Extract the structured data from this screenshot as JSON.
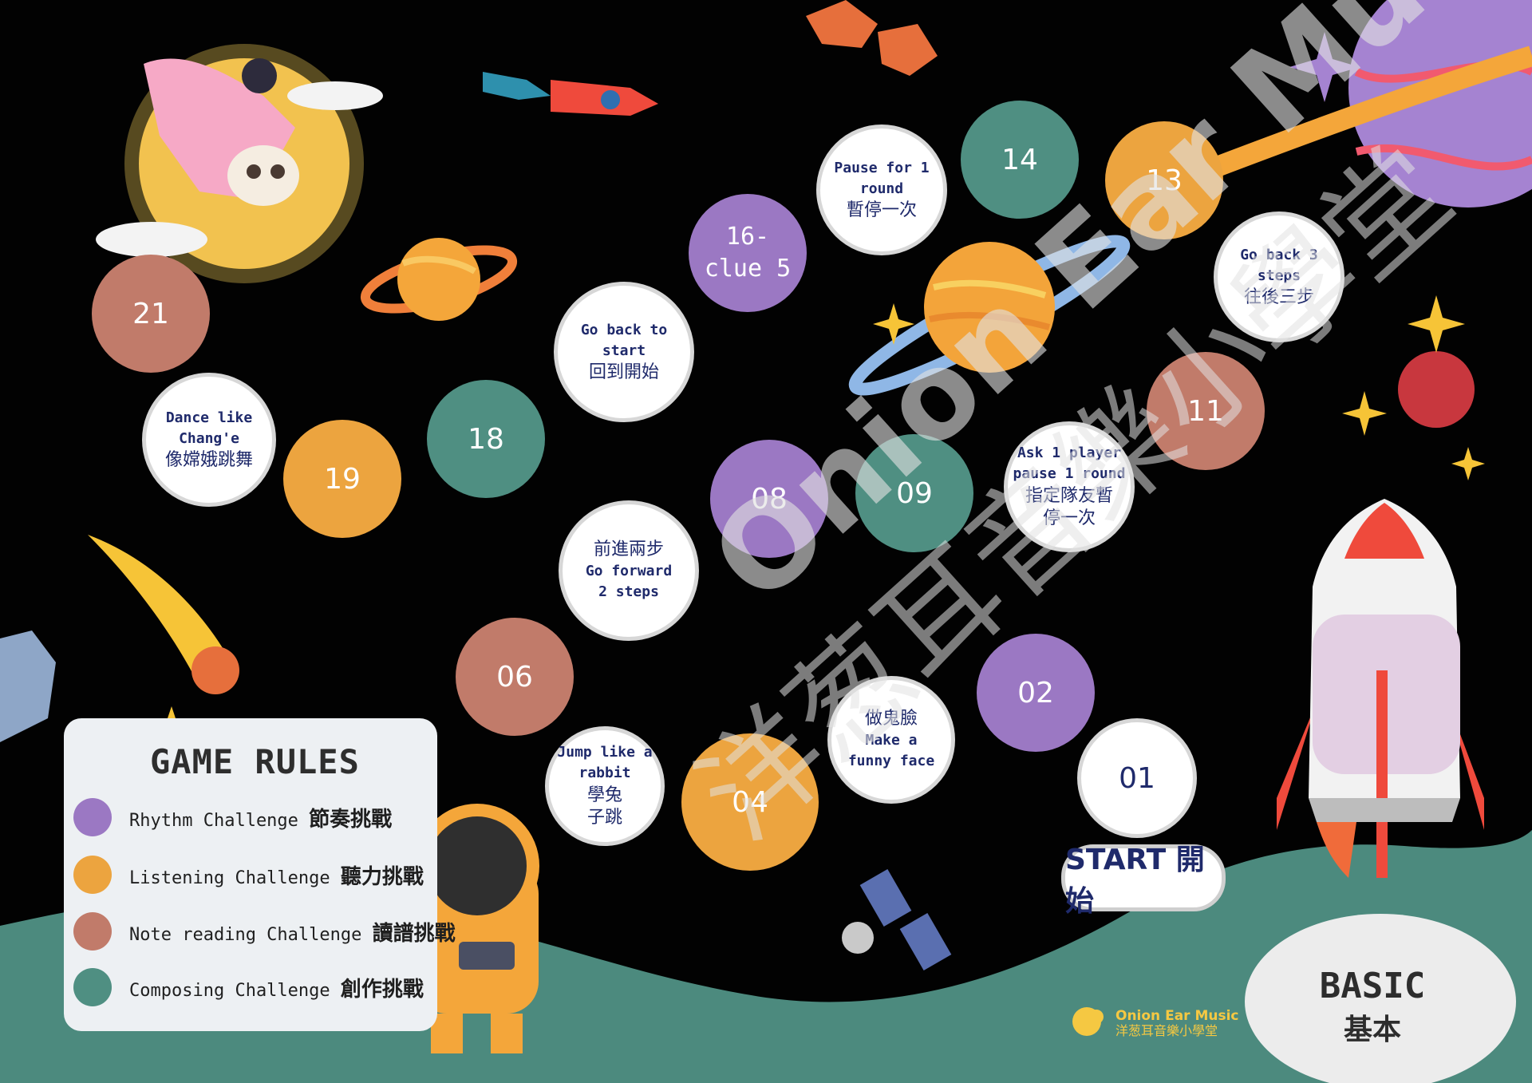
{
  "board": {
    "colors": {
      "rhythm": "#9b78c3",
      "listening": "#eca43f",
      "note_reading": "#c17b6a",
      "composing": "#4f8f82",
      "white": "#ffffff",
      "ground": "#4c8a7e"
    },
    "tiles": [
      {
        "id": "01",
        "type": "white",
        "label": "01"
      },
      {
        "id": "02",
        "type": "rhythm",
        "label": "02"
      },
      {
        "id": "03",
        "type": "white",
        "en": "Make a funny face",
        "en_lines": [
          "Make a",
          "funny face"
        ],
        "zh": "做鬼臉"
      },
      {
        "id": "04",
        "type": "listening",
        "label": "04"
      },
      {
        "id": "05",
        "type": "white",
        "en_lines": [
          "Jump like a",
          "rabbit"
        ],
        "zh_lines": [
          "學兔",
          "子跳"
        ]
      },
      {
        "id": "06",
        "type": "note_reading",
        "label": "06"
      },
      {
        "id": "07",
        "type": "white",
        "zh": "前進兩步",
        "en_lines": [
          "Go forward",
          "2 steps"
        ]
      },
      {
        "id": "08",
        "type": "rhythm",
        "label": "08"
      },
      {
        "id": "09",
        "type": "composing",
        "label": "09"
      },
      {
        "id": "10",
        "type": "white",
        "en_lines": [
          "Ask 1 player",
          "pause 1 round"
        ],
        "zh_lines": [
          "指定隊友暫",
          "停一次"
        ]
      },
      {
        "id": "11",
        "type": "note_reading",
        "label": "11"
      },
      {
        "id": "12",
        "type": "white",
        "en_lines": [
          "Go back 3",
          "steps"
        ],
        "zh": "往後三步"
      },
      {
        "id": "13",
        "type": "listening",
        "label": "13"
      },
      {
        "id": "14",
        "type": "composing",
        "label": "14"
      },
      {
        "id": "15",
        "type": "white",
        "en_lines": [
          "Pause for 1",
          "round"
        ],
        "zh": "暫停一次"
      },
      {
        "id": "16",
        "type": "rhythm",
        "label_lines": [
          "16-",
          "clue 5"
        ]
      },
      {
        "id": "17",
        "type": "white",
        "en_lines": [
          "Go back to",
          "start"
        ],
        "zh": "回到開始"
      },
      {
        "id": "18",
        "type": "composing",
        "label": "18"
      },
      {
        "id": "19",
        "type": "listening",
        "label": "19"
      },
      {
        "id": "20",
        "type": "white",
        "en_lines": [
          "Dance like",
          "Chang'e"
        ],
        "zh": "像嫦娥跳舞"
      },
      {
        "id": "21",
        "type": "note_reading",
        "label": "21"
      }
    ],
    "start_label": "START 開始"
  },
  "rules": {
    "title": "GAME RULES",
    "items": [
      {
        "en": "Rhythm Challenge",
        "zh": "節奏挑戰",
        "color": "#9b78c3"
      },
      {
        "en": "Listening Challenge",
        "zh": "聽力挑戰",
        "color": "#eca43f"
      },
      {
        "en": "Note reading Challenge",
        "zh": "讀譜挑戰",
        "color": "#c17b6a"
      },
      {
        "en": "Composing Challenge",
        "zh": "創作挑戰",
        "color": "#4f8f82"
      }
    ]
  },
  "logo": {
    "en": "Onion Ear Music",
    "zh": "洋葱耳音樂小學堂"
  },
  "level": {
    "en": "BASIC",
    "zh": "基本"
  },
  "watermark": {
    "en": "Onion Ear Music",
    "zh": "洋葱耳音樂小學堂"
  },
  "icons": [
    "moon-icon",
    "rocket-icon",
    "saturn-icon",
    "astronaut-icon",
    "satellite-icon",
    "comet-icon",
    "planet-icon",
    "star-icon",
    "asteroid-icon",
    "onion-logo-icon"
  ]
}
